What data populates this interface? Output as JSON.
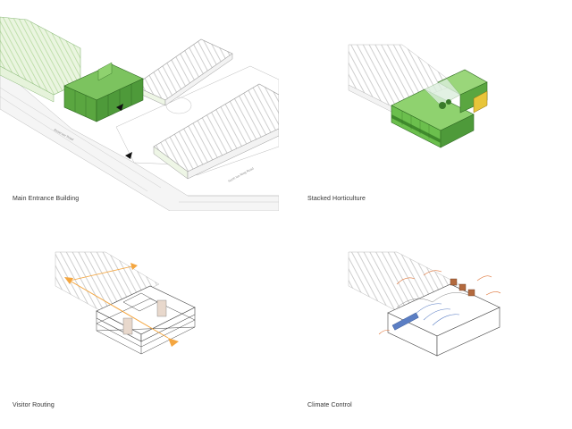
{
  "panels": [
    {
      "caption": "Main Entrance Building",
      "road_labels": [
        "Reservoir Road",
        "North Ice Ring Road"
      ]
    },
    {
      "caption": "Stacked Horticulture"
    },
    {
      "caption": "Visitor Routing"
    },
    {
      "caption": "Climate Control"
    }
  ],
  "colors": {
    "green_dark": "#4e9a3a",
    "green_mid": "#7cc35f",
    "green_light": "#e6f3db",
    "orange": "#f4a640",
    "blue": "#5b7ec4",
    "brown": "#b36a3e",
    "yellow": "#e8c53a",
    "line": "#555555",
    "stripe": "#dcdcdc"
  }
}
